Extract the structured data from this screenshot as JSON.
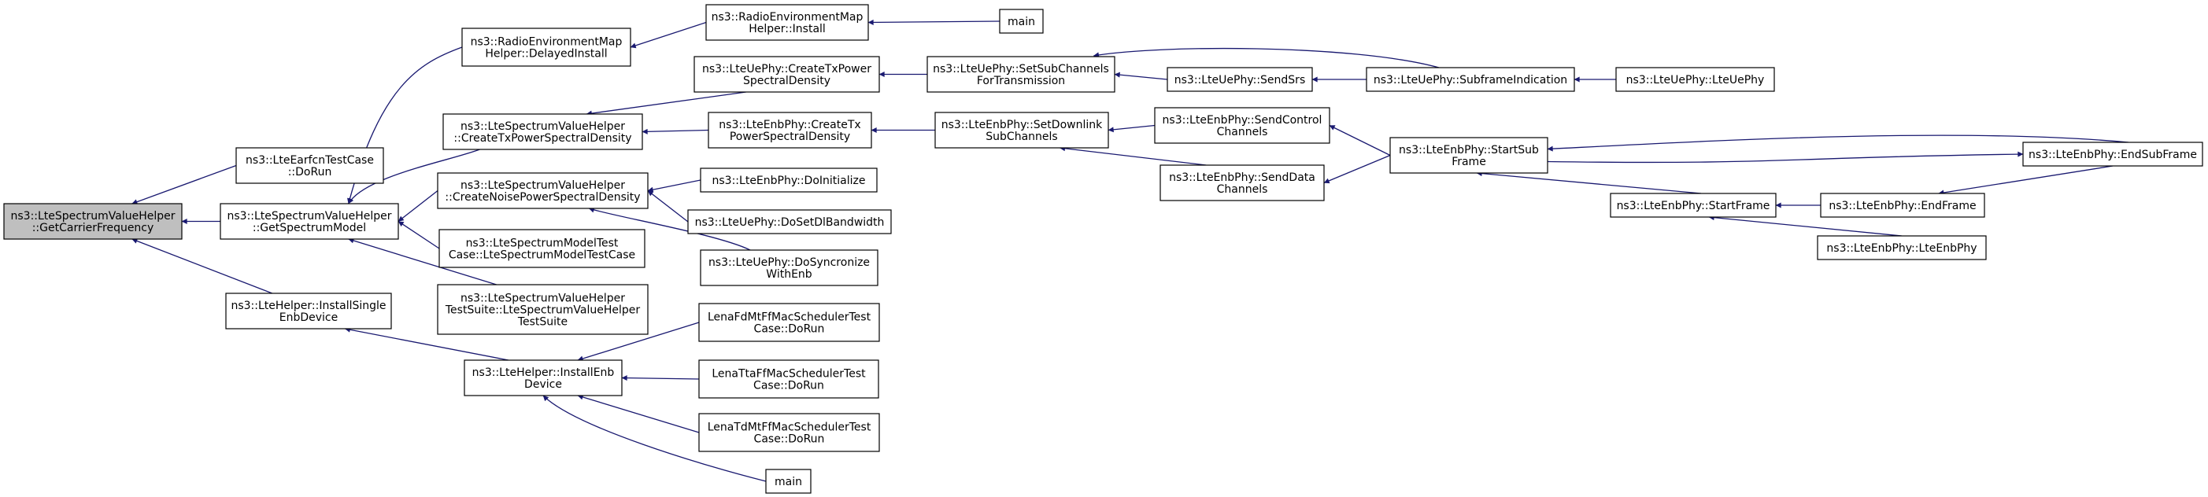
{
  "diagram": {
    "edge_color": "#191970",
    "root_fill": "#bfbfbf",
    "nodes": [
      {
        "id": "n0",
        "lines": [
          "ns3::LteSpectrumValueHelper",
          "::GetCarrierFrequency"
        ],
        "root": true
      },
      {
        "id": "n1",
        "lines": [
          "ns3::LteEarfcnTestCase",
          "::DoRun"
        ]
      },
      {
        "id": "n2",
        "lines": [
          "ns3::LteSpectrumValueHelper",
          "::GetSpectrumModel"
        ]
      },
      {
        "id": "n3",
        "lines": [
          "ns3::LteHelper::InstallSingle",
          "EnbDevice"
        ]
      },
      {
        "id": "n4",
        "lines": [
          "ns3::RadioEnvironmentMap",
          "Helper::DelayedInstall"
        ]
      },
      {
        "id": "n5",
        "lines": [
          "ns3::LteSpectrumValueHelper",
          "::CreateTxPowerSpectralDensity"
        ]
      },
      {
        "id": "n6",
        "lines": [
          "ns3::LteSpectrumValueHelper",
          "::CreateNoisePowerSpectralDensity"
        ]
      },
      {
        "id": "n7",
        "lines": [
          "ns3::LteSpectrumModelTest",
          "Case::LteSpectrumModelTestCase"
        ]
      },
      {
        "id": "n8",
        "lines": [
          "ns3::LteSpectrumValueHelper",
          "TestSuite::LteSpectrumValueHelper",
          "TestSuite"
        ]
      },
      {
        "id": "n9",
        "lines": [
          "ns3::LteHelper::InstallEnb",
          "Device"
        ]
      },
      {
        "id": "n10",
        "lines": [
          "ns3::RadioEnvironmentMap",
          "Helper::Install"
        ]
      },
      {
        "id": "n11",
        "lines": [
          "ns3::LteUePhy::CreateTxPower",
          "SpectralDensity"
        ]
      },
      {
        "id": "n12",
        "lines": [
          "ns3::LteEnbPhy::CreateTx",
          "PowerSpectralDensity"
        ]
      },
      {
        "id": "n13",
        "lines": [
          "ns3::LteEnbPhy::DoInitialize"
        ]
      },
      {
        "id": "n14",
        "lines": [
          "ns3::LteUePhy::DoSetDlBandwidth"
        ]
      },
      {
        "id": "n15",
        "lines": [
          "ns3::LteUePhy::DoSyncronize",
          "WithEnb"
        ]
      },
      {
        "id": "n16",
        "lines": [
          "LenaFdMtFfMacSchedulerTest",
          "Case::DoRun"
        ]
      },
      {
        "id": "n17",
        "lines": [
          "LenaTtaFfMacSchedulerTest",
          "Case::DoRun"
        ]
      },
      {
        "id": "n18",
        "lines": [
          "LenaTdMtFfMacSchedulerTest",
          "Case::DoRun"
        ]
      },
      {
        "id": "n19",
        "lines": [
          "main"
        ]
      },
      {
        "id": "n20",
        "lines": [
          "main"
        ]
      },
      {
        "id": "n21",
        "lines": [
          "ns3::LteUePhy::SetSubChannels",
          "ForTransmission"
        ]
      },
      {
        "id": "n22",
        "lines": [
          "ns3::LteEnbPhy::SetDownlink",
          "SubChannels"
        ]
      },
      {
        "id": "n23",
        "lines": [
          "ns3::LteUePhy::SendSrs"
        ]
      },
      {
        "id": "n24",
        "lines": [
          "ns3::LteUePhy::SubframeIndication"
        ]
      },
      {
        "id": "n25",
        "lines": [
          "ns3::LteUePhy::LteUePhy"
        ]
      },
      {
        "id": "n26",
        "lines": [
          "ns3::LteEnbPhy::SendControl",
          "Channels"
        ]
      },
      {
        "id": "n27",
        "lines": [
          "ns3::LteEnbPhy::SendData",
          "Channels"
        ]
      },
      {
        "id": "n28",
        "lines": [
          "ns3::LteEnbPhy::StartSub",
          "Frame"
        ]
      },
      {
        "id": "n29",
        "lines": [
          "ns3::LteEnbPhy::EndSubFrame"
        ]
      },
      {
        "id": "n30",
        "lines": [
          "ns3::LteEnbPhy::StartFrame"
        ]
      },
      {
        "id": "n31",
        "lines": [
          "ns3::LteEnbPhy::EndFrame"
        ]
      },
      {
        "id": "n32",
        "lines": [
          "ns3::LteEnbPhy::LteEnbPhy"
        ]
      }
    ],
    "edges": [
      {
        "from": "n1",
        "to": "n0"
      },
      {
        "from": "n2",
        "to": "n0"
      },
      {
        "from": "n3",
        "to": "n0"
      },
      {
        "from": "n4",
        "to": "n2"
      },
      {
        "from": "n5",
        "to": "n2"
      },
      {
        "from": "n6",
        "to": "n2"
      },
      {
        "from": "n7",
        "to": "n2"
      },
      {
        "from": "n8",
        "to": "n2"
      },
      {
        "from": "n9",
        "to": "n3"
      },
      {
        "from": "n10",
        "to": "n4"
      },
      {
        "from": "n11",
        "to": "n5"
      },
      {
        "from": "n12",
        "to": "n5"
      },
      {
        "from": "n13",
        "to": "n6"
      },
      {
        "from": "n14",
        "to": "n6"
      },
      {
        "from": "n15",
        "to": "n6"
      },
      {
        "from": "n16",
        "to": "n9"
      },
      {
        "from": "n17",
        "to": "n9"
      },
      {
        "from": "n18",
        "to": "n9"
      },
      {
        "from": "n20",
        "to": "n9"
      },
      {
        "from": "n19",
        "to": "n10"
      },
      {
        "from": "n21",
        "to": "n11"
      },
      {
        "from": "n22",
        "to": "n12"
      },
      {
        "from": "n23",
        "to": "n21"
      },
      {
        "from": "n24",
        "to": "n21"
      },
      {
        "from": "n24",
        "to": "n23"
      },
      {
        "from": "n25",
        "to": "n24"
      },
      {
        "from": "n26",
        "to": "n22"
      },
      {
        "from": "n27",
        "to": "n22"
      },
      {
        "from": "n28",
        "to": "n26"
      },
      {
        "from": "n28",
        "to": "n27"
      },
      {
        "from": "n29",
        "to": "n28"
      },
      {
        "from": "n28",
        "to": "n29"
      },
      {
        "from": "n30",
        "to": "n28"
      },
      {
        "from": "n31",
        "to": "n30"
      },
      {
        "from": "n29",
        "to": "n31"
      },
      {
        "from": "n32",
        "to": "n30"
      }
    ]
  }
}
